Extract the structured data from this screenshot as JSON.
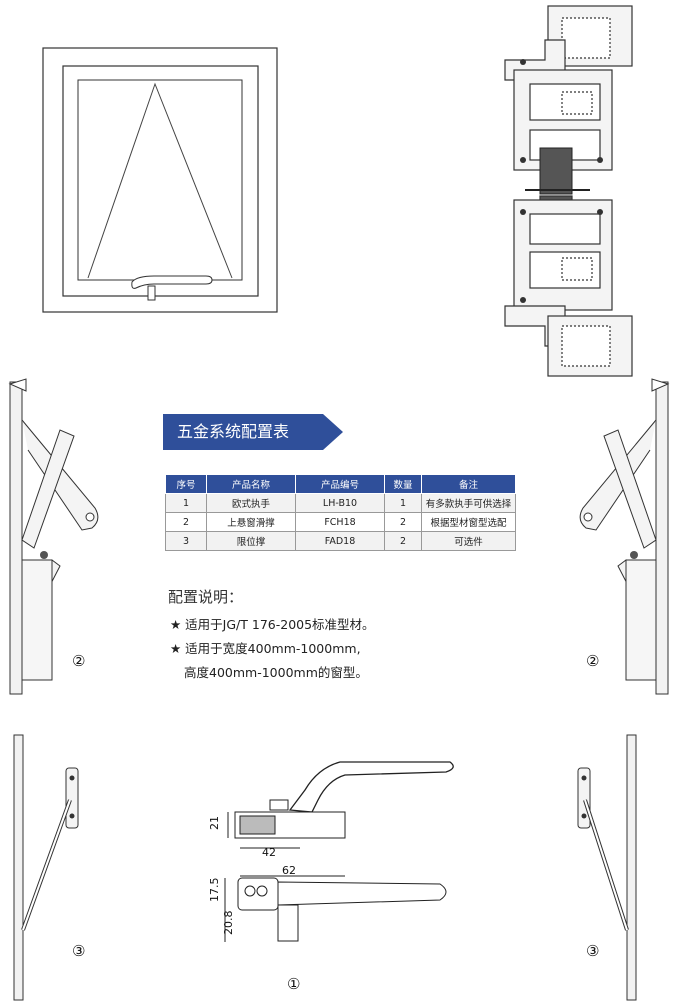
{
  "title": "五金系统配置表",
  "table": {
    "headers": [
      "序号",
      "产品名称",
      "产品编号",
      "数量",
      "备注"
    ],
    "rows": [
      [
        "1",
        "欧式执手",
        "LH-B10",
        "1",
        "有多款执手可供选择"
      ],
      [
        "2",
        "上悬窗滑撑",
        "FCH18",
        "2",
        "根据型材窗型选配"
      ],
      [
        "3",
        "限位撑",
        "FAD18",
        "2",
        "可选件"
      ]
    ]
  },
  "notes": {
    "title": "配置说明：",
    "lines": [
      "★ 适用于JG/T  176-2005标准型材。",
      "★ 适用于宽度400mm-1000mm,",
      "高度400mm-1000mm的窗型。"
    ]
  },
  "callouts": {
    "left_stay": "②",
    "right_stay": "②",
    "left_limiter": "③",
    "right_limiter": "③",
    "handle": "①"
  },
  "dimensions": {
    "d21": "21",
    "d42": "42",
    "d62": "62",
    "d175": "17.5",
    "d208": "20.8"
  },
  "colors": {
    "accent": "#2f4f9a"
  }
}
